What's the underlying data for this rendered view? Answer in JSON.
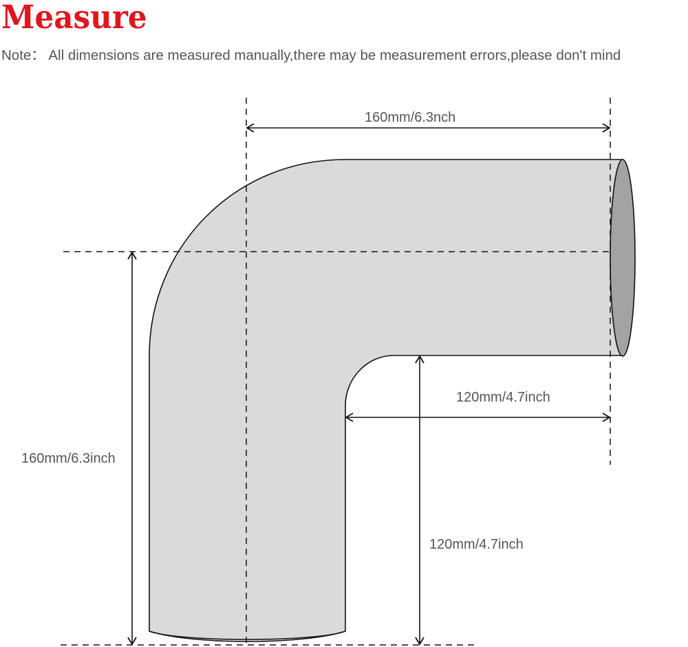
{
  "header": {
    "title": "Measure",
    "note": "Note： All dimensions are measured manually,there may be measurement errors,please don't mind"
  },
  "diagram": {
    "subject": "90-degree elbow pipe",
    "colors": {
      "title": "#e0161f",
      "text": "#555555",
      "pipe_body": "#dadadb",
      "pipe_opening": "#a3a3a3",
      "outline": "#111111"
    },
    "dimensions": {
      "top_width": "160mm/6.3nch",
      "left_height": "160mm/6.3inch",
      "inner_width": "120mm/4.7inch",
      "inner_height": "120mm/4.7inch"
    }
  }
}
